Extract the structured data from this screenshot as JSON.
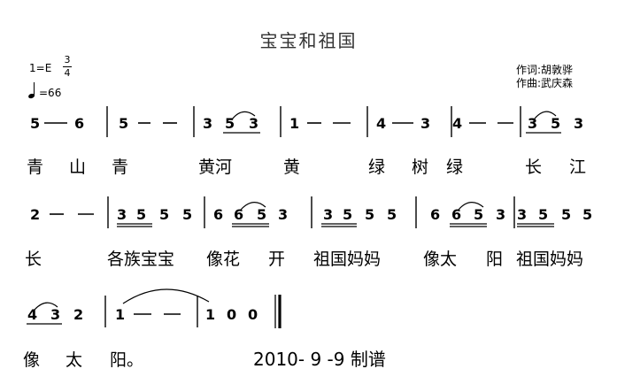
{
  "header": {
    "title": "宝宝和祖国",
    "key": "1=E",
    "time_top": "3",
    "time_bottom": "4",
    "tempo": "=66",
    "lyricist": "作词:胡敦骅",
    "composer": "作曲:武庆森"
  },
  "rows": [
    {
      "notes": "5 —6  |5 — —  |3 5 3  |1 — —  |4 —3  |4 — —  |3 5 3",
      "lyrics": [
        "青",
        "山",
        "青",
        "黄河",
        "黄",
        "绿",
        "树",
        "绿",
        "长",
        "江"
      ]
    },
    {
      "notes": "2 — —  |3 5 5 5  |6 6 5 3  |3 5 5 5  |6 6 5 3  |3 5 5 5",
      "lyrics": [
        "长",
        "各族宝宝",
        "像花",
        "开",
        "祖国妈妈",
        "像太",
        "阳",
        "祖国妈妈"
      ]
    },
    {
      "notes": "4 3 2  |1 — —  |1 0 0  ‖",
      "lyrics": [
        "像",
        "太",
        "阳。"
      ]
    }
  ],
  "footer": {
    "date": "2010- 9 -9 制谱"
  }
}
